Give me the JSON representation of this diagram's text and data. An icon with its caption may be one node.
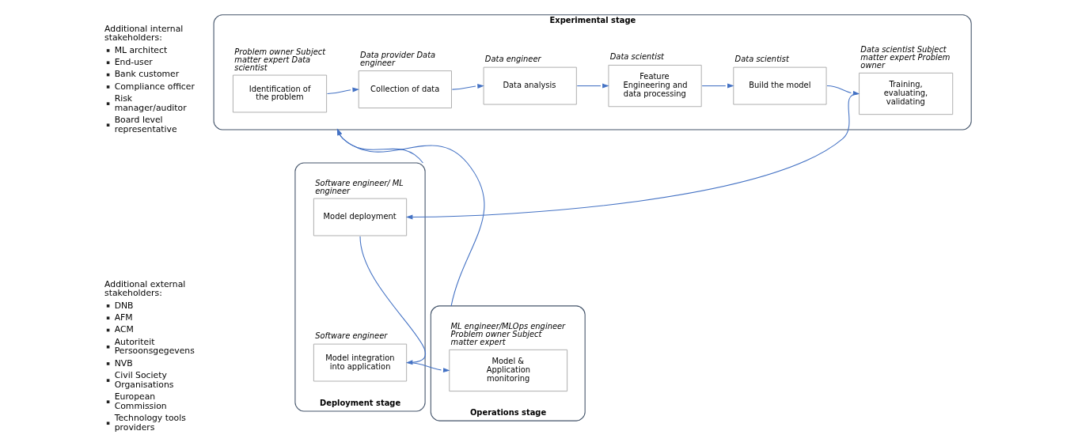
{
  "diagram": {
    "nodes": [
      {
        "text": [
          "Experimental stage"
        ]
      },
      {
        "text": [
          "Problem owner Subject matter expert Data scientist",
          "Identification of the problem"
        ],
        "in": 0
      },
      {
        "text": [
          "Data provider Data engineer",
          "Collection of data"
        ],
        "in": 0
      },
      {
        "text": [
          "Data engineer",
          "Data analysis"
        ],
        "in": 0
      },
      {
        "text": [
          "Data scientist",
          "Feature Engineering and data processing"
        ],
        "in": 0
      },
      {
        "text": [
          "Data scientist",
          "Build the model"
        ],
        "in": 0
      },
      {
        "text": [
          "Data scientist Subject matter expert Problem owner",
          "Training, evaluating, validating"
        ],
        "in": 0
      },
      {
        "text": [
          "Operations stage"
        ]
      },
      {
        "text": [
          "ML engineer/MLOps engineer Problem owner Subject matter expert",
          "Model & Application monitoring"
        ],
        "in": 7
      },
      {
        "text": [
          "Deployment stage"
        ]
      },
      {
        "text": [
          "Software engineer",
          "Model integration into application"
        ],
        "in": 9
      },
      {
        "text": [
          "Software engineer/ ML engineer",
          "Model deployment"
        ],
        "in": 9
      }
    ],
    "edges": [
      {
        "from": 1,
        "to": 2,
        "arrow": "to"
      },
      {
        "from": 2,
        "to": 3,
        "arrow": "to"
      },
      {
        "from": 3,
        "to": 4,
        "arrow": "to"
      },
      {
        "from": 4,
        "to": 5,
        "arrow": "to"
      },
      {
        "from": 5,
        "to": 6,
        "arrow": "to"
      },
      {
        "from": 6,
        "to": 11,
        "arrow": "to"
      },
      {
        "from": 11,
        "to": 10,
        "arrow": "to"
      },
      {
        "from": 10,
        "to": 8,
        "arrow": "to"
      },
      {
        "from": 9,
        "to": 0,
        "arrow": "to"
      },
      {
        "from": 7,
        "to": 0,
        "arrow": "to"
      }
    ],
    "labels": [
      "Additional internal stakeholders:",
      "ML architect",
      "End-user",
      "Bank customer",
      "Compliance officer",
      "Risk manager/auditor",
      "Board level representative",
      "Additional external stakeholders:",
      "DNB",
      "AFM",
      "ACM",
      "Autoriteit Persoonsgegevens",
      "NVB",
      "Civil Society Organisations",
      "European Commission",
      "Technology tools providers"
    ]
  }
}
